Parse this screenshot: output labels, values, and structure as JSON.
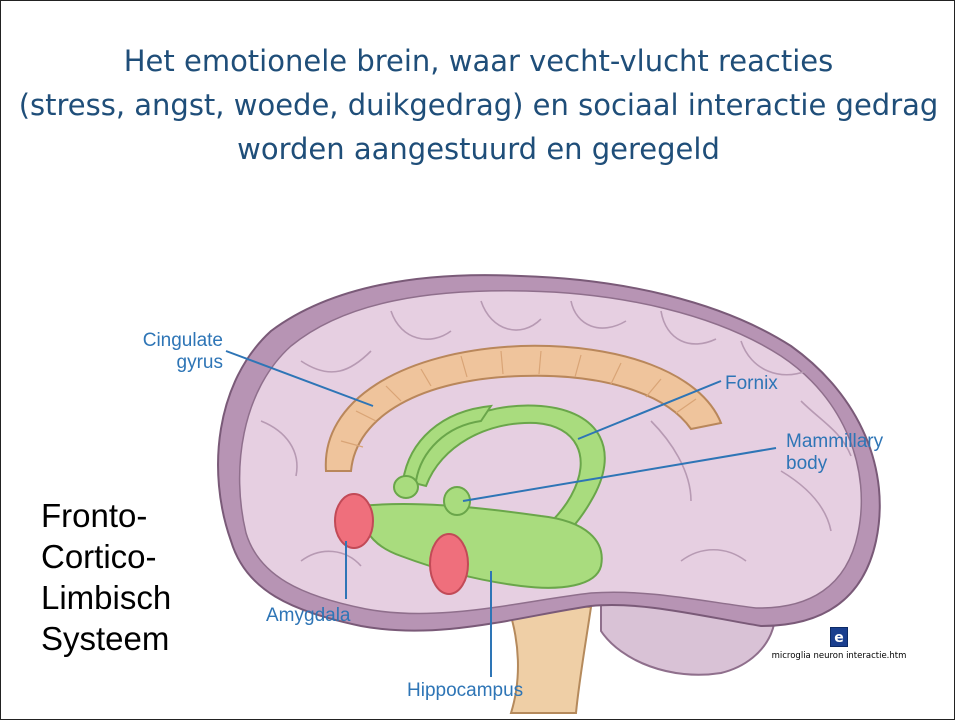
{
  "title": {
    "line1": "Het emotionele brein, waar vecht-vlucht reacties",
    "line2": "(stress, angst, woede, duikgedrag) en sociaal interactie gedrag",
    "line3": "worden aangestuurd en geregeld"
  },
  "labels": {
    "cingulate_line1": "Cingulate",
    "cingulate_line2": "gyrus",
    "fornix": "Fornix",
    "mammillary_line1": "Mammillary",
    "mammillary_line2": "body",
    "amygdala": "Amygdala",
    "hippocampus": "Hippocampus"
  },
  "system": {
    "line1": "Fronto-",
    "line2": "Cortico-",
    "line3": "Limbisch",
    "line4": "Systeem"
  },
  "file_link": {
    "icon": "e-document-icon",
    "icon_letter": "e",
    "name": "microglia neuron interactie.htm"
  },
  "colors": {
    "title": "#1f4e79",
    "label": "#2e75b6",
    "brain": "#e6cfe1",
    "cingulate": "#efc49c",
    "limbic": "#a9dc7e",
    "amygdala": "#ef6f7c"
  }
}
